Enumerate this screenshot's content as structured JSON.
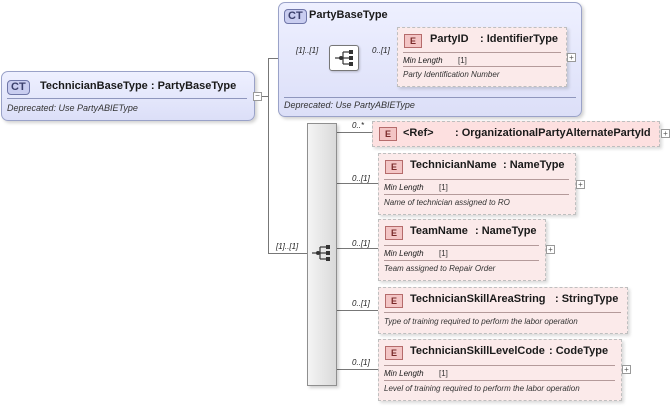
{
  "root": {
    "badge": "CT",
    "title": "TechnicianBaseType : PartyBaseType",
    "description": "Deprecated: Use PartyABIEType"
  },
  "base": {
    "badge": "CT",
    "title": "PartyBaseType",
    "description": "Deprecated: Use PartyABIEType",
    "seq_cardinality": "[1]..[1]",
    "element": {
      "badge": "E",
      "name": "PartyID",
      "type": ": IdentifierType",
      "cardinality": "0..[1]",
      "facet_key": "Min Length",
      "facet_value": "[1]",
      "description": "Party Identification Number"
    }
  },
  "sequence": {
    "cardinality": "[1]..[1]"
  },
  "elements": [
    {
      "badge": "E",
      "name": "<Ref>",
      "type": ": OrganizationalPartyAlternatePartyId",
      "cardinality": "0..*"
    },
    {
      "badge": "E",
      "name": "TechnicianName",
      "type": ": NameType",
      "cardinality": "0..[1]",
      "facet_key": "Min Length",
      "facet_value": "[1]",
      "description": "Name of technician assigned to RO"
    },
    {
      "badge": "E",
      "name": "TeamName",
      "type": ": NameType",
      "cardinality": "0..[1]",
      "facet_key": "Min Length",
      "facet_value": "[1]",
      "description": "Team assigned to Repair Order"
    },
    {
      "badge": "E",
      "name": "TechnicianSkillAreaString",
      "type": ": StringType",
      "cardinality": "0..[1]",
      "description": "Type of training required to perform the labor operation"
    },
    {
      "badge": "E",
      "name": "TechnicianSkillLevelCode",
      "type": ": CodeType",
      "cardinality": "0..[1]",
      "facet_key": "Min Length",
      "facet_value": "[1]",
      "description": "Level of training required to perform the labor operation"
    }
  ],
  "icons": {
    "expand": "+",
    "collapse": "−",
    "sequence": "sequence-icon"
  }
}
